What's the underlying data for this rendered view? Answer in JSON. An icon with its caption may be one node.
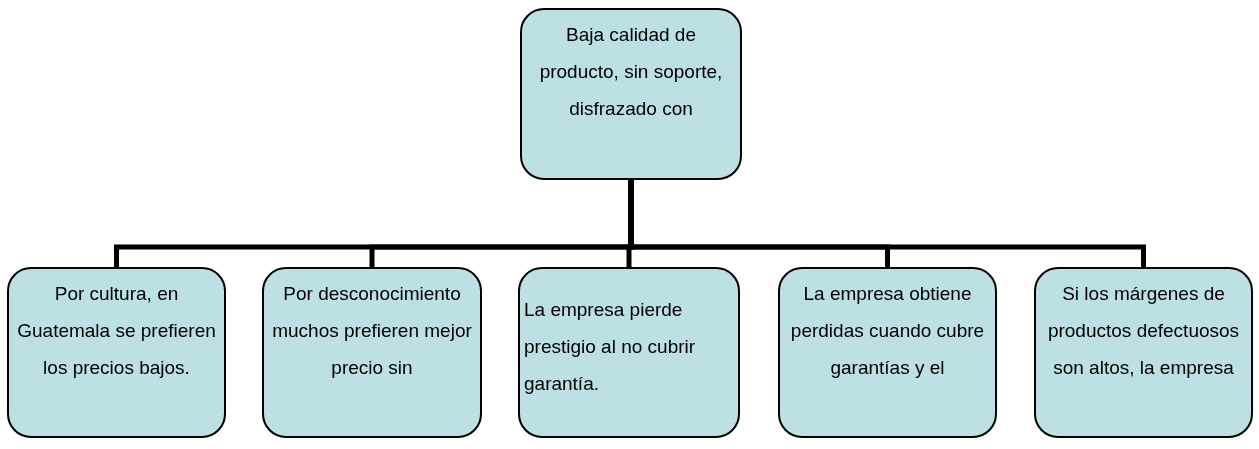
{
  "diagram": {
    "nodes": [
      {
        "text": [
          "Baja calidad de producto, sin soporte, disfrazado con"
        ]
      },
      {
        "text": [
          "Por cultura, en Guatemala se prefieren los precios bajos."
        ]
      },
      {
        "text": [
          "Por desconocimiento muchos prefieren mejor precio sin"
        ]
      },
      {
        "text": [
          "La empresa pierde prestigio al no cubrir garantía."
        ]
      },
      {
        "text": [
          "La empresa obtiene perdidas cuando cubre garantías y el"
        ]
      },
      {
        "text": [
          "Si los márgenes de productos defectuosos son altos, la empresa"
        ]
      }
    ],
    "edges": [
      {
        "from": 0,
        "to": 1,
        "arrow": "none"
      },
      {
        "from": 0,
        "to": 2,
        "arrow": "none"
      },
      {
        "from": 0,
        "to": 3,
        "arrow": "none"
      },
      {
        "from": 0,
        "to": 4,
        "arrow": "none"
      },
      {
        "from": 0,
        "to": 5,
        "arrow": "none"
      }
    ]
  }
}
